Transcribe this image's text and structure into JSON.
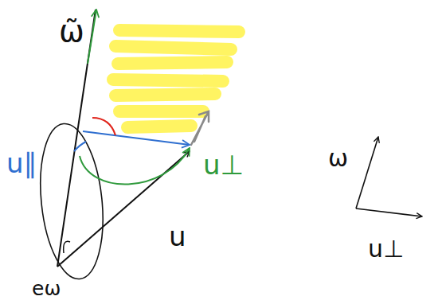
{
  "diagram": {
    "labels": [
      "ω̃",
      "u∥",
      "u⊥",
      "u",
      "eω",
      "ω",
      "u⊥"
    ]
  }
}
